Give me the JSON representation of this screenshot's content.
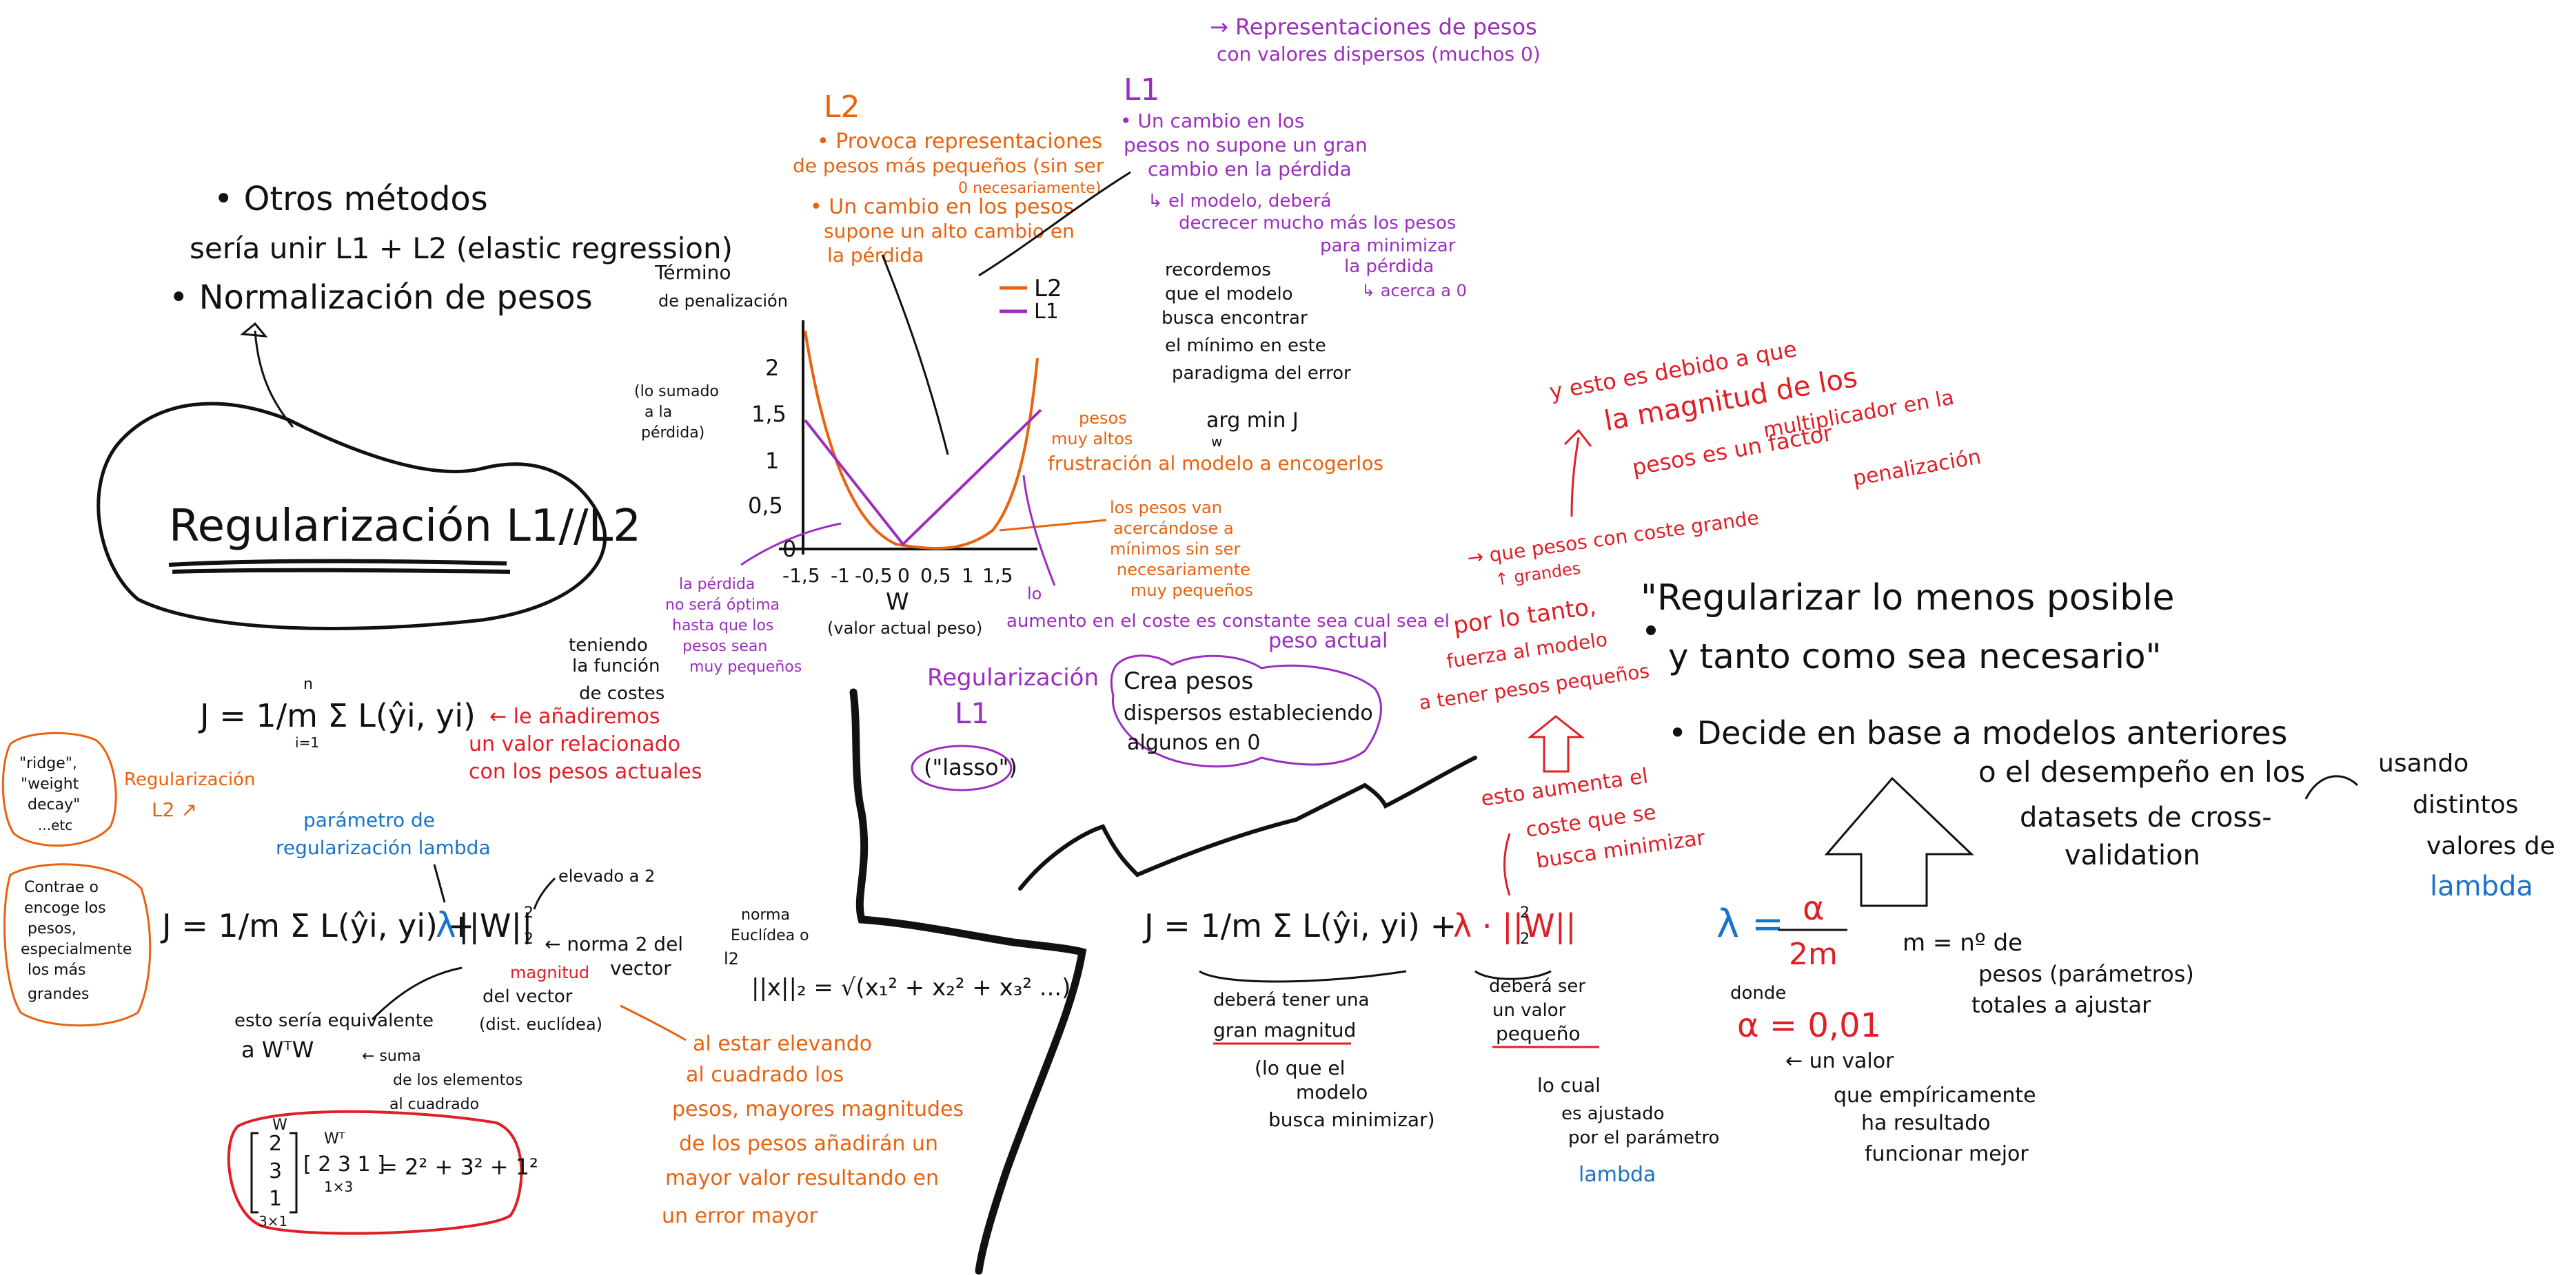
{
  "colors": {
    "black": "#111111",
    "orange": "#e8620f",
    "red": "#e01e26",
    "purple": "#9b2dbf",
    "blue": "#1a73c9"
  },
  "top_left": {
    "line1": "• Otros métodos",
    "line2": "sería unir L1 + L2 (elastic regression)",
    "line3": "• Normalización de pesos"
  },
  "title": "Regularización L1//L2",
  "graph": {
    "y_ticks": [
      "2",
      "1,5",
      "1",
      "0,5",
      "0"
    ],
    "x_ticks": [
      "-1,5",
      "-1",
      "-0,5",
      "0",
      "0,5",
      "1",
      "1,5"
    ],
    "x_axis_label": "W",
    "x_axis_sub": "(valor actual peso)",
    "penalty_label": [
      "Término",
      "de penalización"
    ],
    "loss_note": [
      "(lo sumado",
      "a la",
      "pérdida)"
    ],
    "legend_l2": "L2",
    "legend_l1": "L1"
  },
  "l2_notes": {
    "title": "L2",
    "b1_l1": "• Provoca representaciones",
    "b1_l2": "de pesos más pequeños (sin ser",
    "b1_l3": "0 necesariamente)",
    "b2_l1": "• Un cambio en los pesos",
    "b2_l2": "supone un alto cambio en",
    "b2_l3": "la pérdida"
  },
  "l1_notes": {
    "top_l1": "→ Representaciones de pesos",
    "top_l2": "con valores dispersos (muchos 0)",
    "title": "L1",
    "b1_l1": "• Un cambio en los",
    "b1_l2": "pesos no supone un gran",
    "b1_l3": "cambio en la pérdida",
    "b2_l1": "↳ el modelo, deberá",
    "b2_l2": "decrecer mucho más los pesos",
    "b2_l3": "para minimizar",
    "b2_l4": "la pérdida",
    "b2_l5": "↳ acerca a 0"
  },
  "recordemos": [
    "recordemos",
    "que el modelo",
    "busca encontrar",
    "el mínimo en este",
    "paradigma del error"
  ],
  "argmin": "arg min J",
  "argmin_sub": "w",
  "pesos_altos": [
    "pesos",
    "muy altos"
  ],
  "frustracion": "frustración al modelo a encogerlos",
  "pesos_van": [
    "los pesos van",
    "acercándose a",
    "mínimos sin ser",
    "necesariamente",
    "muy pequeños"
  ],
  "perdida_no": [
    "la pérdida",
    "no será óptima",
    "hasta que los",
    "pesos sean",
    "muy pequeños"
  ],
  "aumento": [
    "lo",
    "aumento en el coste es constante sea cual sea el"
  ],
  "peso_actual": "peso actual",
  "reg_l1": [
    "Regularización",
    "L1"
  ],
  "lasso": "(\"lasso\")",
  "crea_pesos": [
    "Crea pesos",
    "dispersos estableciendo",
    "algunos en 0"
  ],
  "teniendo": [
    "teniendo",
    "la función",
    "de costes"
  ],
  "cost1": "J = 1/m Σ L(ŷi, yi)",
  "cost1_limits": {
    "top": "n",
    "bottom": "i=1"
  },
  "le_anadiremos": [
    "← le añadiremos",
    "un valor relacionado",
    "con los pesos actuales"
  ],
  "ridge": [
    "\"ridge\",",
    "\"weight",
    "decay\"",
    "...etc"
  ],
  "reg_l2_label": [
    "Regularización",
    "L2 ↗"
  ],
  "parametro": [
    "parámetro de",
    "regularización lambda"
  ],
  "contrae": [
    "Contrae o",
    "encoge los",
    "pesos,",
    "especialmente",
    "los más",
    "grandes"
  ],
  "cost2_main": "J = 1/m Σ L(ŷi, yi) +",
  "cost2_lambda": "λ",
  "cost2_norm": "||W||",
  "cost2_sup": "2",
  "cost2_sub": "2",
  "elevado": "elevado a 2",
  "norma2": [
    "← norma 2 del",
    "vector"
  ],
  "norma_euclidea": [
    "norma",
    "Euclídea o",
    "l2"
  ],
  "norma_formula": "||x||₂ = √(x₁² + x₂² + x₃² ...)",
  "magnitud": [
    "magnitud",
    "del vector",
    "(dist. euclídea)"
  ],
  "equivalente": [
    "esto sería equivalente",
    "a WᵀW"
  ],
  "suma": [
    "← suma",
    "de los elementos",
    "al cuadrado"
  ],
  "matrix": {
    "label_w": "W",
    "label_wt": "Wᵀ",
    "col": [
      "2",
      "3",
      "1"
    ],
    "row": "[ 2 3 1 ]",
    "dim1": "3×1",
    "dim2": "1×3",
    "result": "= 2² + 3² + 1²"
  },
  "al_estar": [
    "al estar elevando",
    "al cuadrado los",
    "pesos, mayores magnitudes",
    "de los pesos añadirán un",
    "mayor valor resultando en",
    "un error mayor"
  ],
  "cost3_main": "J = 1/m Σ L(ŷi, yi) +",
  "cost3_reg": "λ · ||W||",
  "cost3_sup": "2",
  "cost3_sub": "2",
  "debera_tener": [
    "deberá tener una",
    "gran magnitud"
  ],
  "lo_que": [
    "(lo que el",
    "modelo",
    "busca minimizar)"
  ],
  "debera_ser": [
    "deberá ser",
    "un valor",
    "pequeño"
  ],
  "lo_cual": [
    "lo cual",
    "es ajustado",
    "por el parámetro"
  ],
  "lambda_word": "lambda",
  "red_top": [
    "y esto es debido a que",
    "la magnitud de los",
    "pesos es un factor",
    "multiplicador en la",
    "penalización"
  ],
  "red_mid": [
    "→ que pesos con coste grande",
    "↑ grandes",
    "por lo tanto,",
    "fuerza al modelo",
    "a tener pesos pequeños"
  ],
  "esto_aumenta": [
    "esto aumenta el",
    "coste que se",
    "busca minimizar"
  ],
  "quote": [
    "\"Regularizar lo menos posible",
    "y tanto como sea necesario\""
  ],
  "decide": [
    "• Decide en base a modelos anteriores",
    "o el desempeño en los",
    "datasets de cross-",
    "validation"
  ],
  "usando": [
    "usando",
    "distintos",
    "valores de"
  ],
  "lambda_formula": {
    "lhs": "λ =",
    "num": "α",
    "den": "2m"
  },
  "m_def": [
    "m = nº de",
    "pesos (parámetros)",
    "totales a ajustar"
  ],
  "donde": "donde",
  "alpha": "α = 0,01",
  "alpha_note": [
    "← un valor",
    "que empíricamente",
    "ha resultado",
    "funcionar mejor"
  ]
}
